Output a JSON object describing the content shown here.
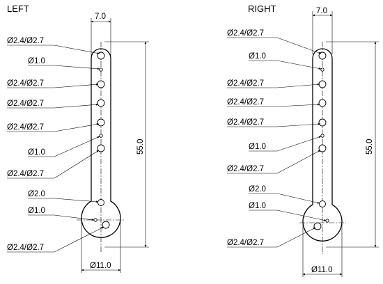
{
  "views": [
    {
      "id": "left",
      "title": "LEFT",
      "width_label": "7.0",
      "length_label": "55.0",
      "bulb_label": "Ø11.0",
      "holes": [
        {
          "label": "Ø2.4/Ø2.7"
        },
        {
          "label": "Ø1.0"
        },
        {
          "label": "Ø2.4/Ø2.7"
        },
        {
          "label": "Ø2.4/Ø2.7"
        },
        {
          "label": "Ø2.4/Ø2.7"
        },
        {
          "label": "Ø1.0"
        },
        {
          "label": "Ø2.4/Ø2.7"
        },
        {
          "label": "Ø2.0"
        },
        {
          "label": "Ø1.0"
        },
        {
          "label": "Ø2.4/Ø2.7"
        }
      ]
    },
    {
      "id": "right",
      "title": "RIGHT",
      "width_label": "7.0",
      "length_label": "55.0",
      "bulb_label": "Ø11.0",
      "holes": [
        {
          "label": "Ø2.4/Ø2.7"
        },
        {
          "label": "Ø1.0"
        },
        {
          "label": "Ø2.4/Ø2.7"
        },
        {
          "label": "Ø2.4/Ø2.7"
        },
        {
          "label": "Ø2.4/Ø2.7"
        },
        {
          "label": "Ø1.0"
        },
        {
          "label": "Ø2.4/Ø2.7"
        },
        {
          "label": "Ø2.0"
        },
        {
          "label": "Ø1.0"
        },
        {
          "label": "Ø2.4/Ø2.7"
        }
      ]
    }
  ]
}
